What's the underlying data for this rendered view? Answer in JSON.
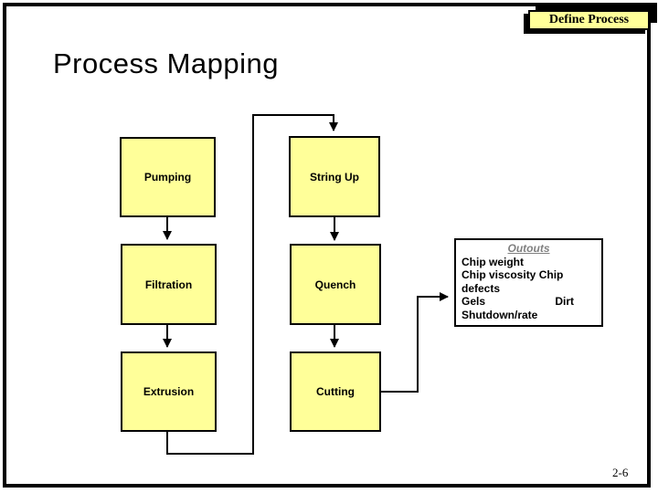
{
  "slide": {
    "header_tab": {
      "label": "Define Process"
    },
    "title": "Process Mapping",
    "page_number": "2-6"
  },
  "colors": {
    "box_fill": "#FFFF99",
    "line": "#000000",
    "outputs_title": "#808080"
  },
  "diagram": {
    "boxes": [
      {
        "label": "Pumping"
      },
      {
        "label": "String Up"
      },
      {
        "label": "Filtration"
      },
      {
        "label": "Quench"
      },
      {
        "label": "Extrusion"
      },
      {
        "label": "Cutting"
      }
    ],
    "flow_note": "Pumping>Filtration>Extrusion>String Up>Quench>Cutting>Outputs",
    "outputs": {
      "title": "Outouts",
      "line1": "Chip weight",
      "line2": "Chip viscosity Chip",
      "line3": "defects",
      "line4_left": "Gels",
      "line4_right": "Dirt",
      "line5": "Shutdown/rate"
    }
  }
}
